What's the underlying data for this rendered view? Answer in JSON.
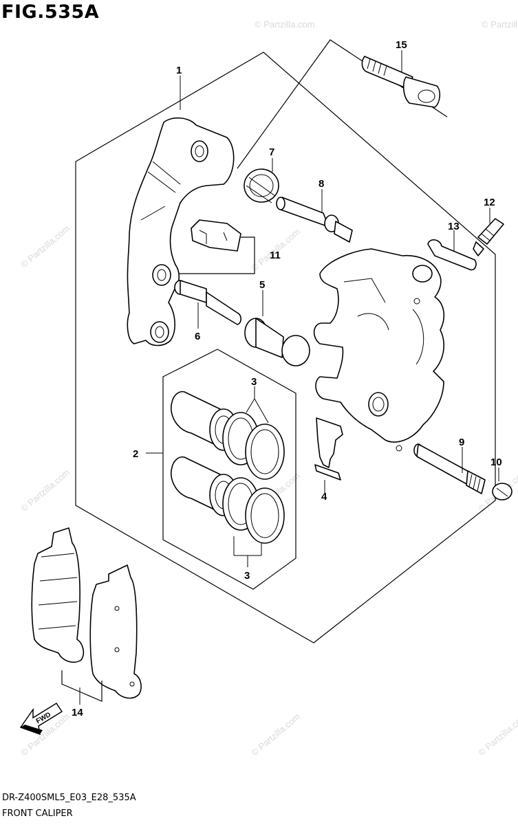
{
  "figure": {
    "title": "FIG.535A",
    "model_code": "DR-Z400SML5_E03_E28_535A",
    "name": "FRONT CALIPER"
  },
  "callouts": {
    "c1": "1",
    "c2": "2",
    "c3a": "3",
    "c3b": "3",
    "c4": "4",
    "c5": "5",
    "c6": "6",
    "c7": "7",
    "c8": "8",
    "c9": "9",
    "c10": "10",
    "c11": "11",
    "c12": "12",
    "c13": "13",
    "c14": "14",
    "c15": "15"
  },
  "fwd_label": "FWD",
  "watermark": "© Partzilla.com"
}
